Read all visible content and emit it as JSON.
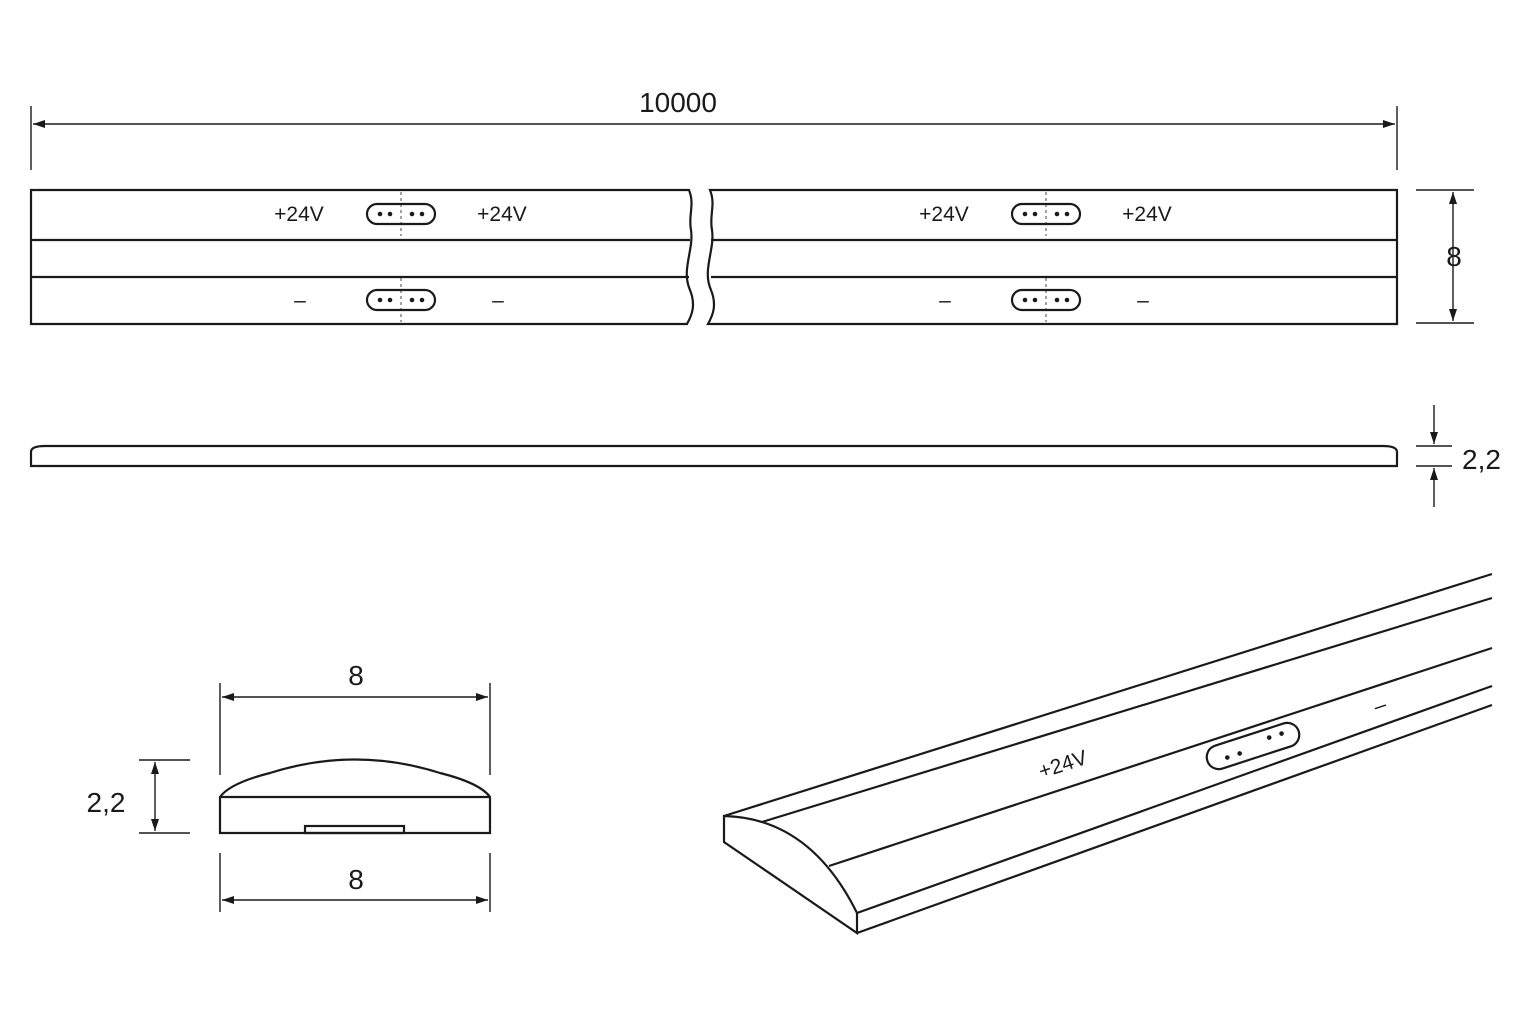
{
  "dimensions": {
    "total_length": "10000",
    "strip_width": "8",
    "thickness": "2,2",
    "section_top_width": "8",
    "section_height": "2,2",
    "section_bottom_width": "8"
  },
  "labels": {
    "positive": "+24V",
    "negative": "–"
  },
  "colors": {
    "line": "#1a1a1a",
    "background": "#ffffff"
  }
}
